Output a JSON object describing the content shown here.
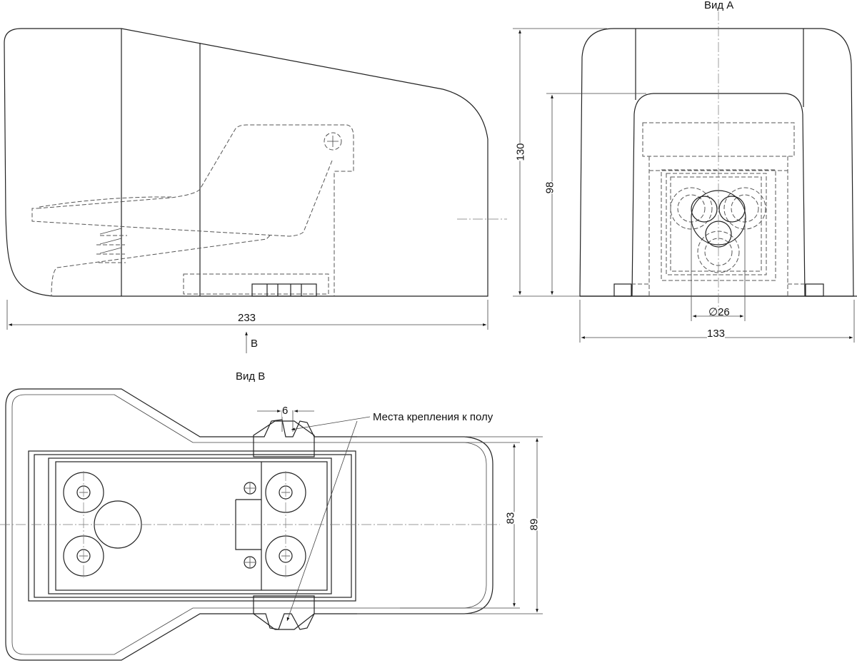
{
  "side_view": {
    "length_dim": "233",
    "view_arrow_label": "В"
  },
  "front_view": {
    "title": "Вид А",
    "height_dim": "130",
    "inner_height_dim": "98",
    "diameter_dim": "∅26",
    "width_dim": "133"
  },
  "bottom_view": {
    "title": "Вид В",
    "slot_dim": "6",
    "callout": "Места крепления к полу",
    "inner_width_dim": "83",
    "outer_width_dim": "89"
  }
}
